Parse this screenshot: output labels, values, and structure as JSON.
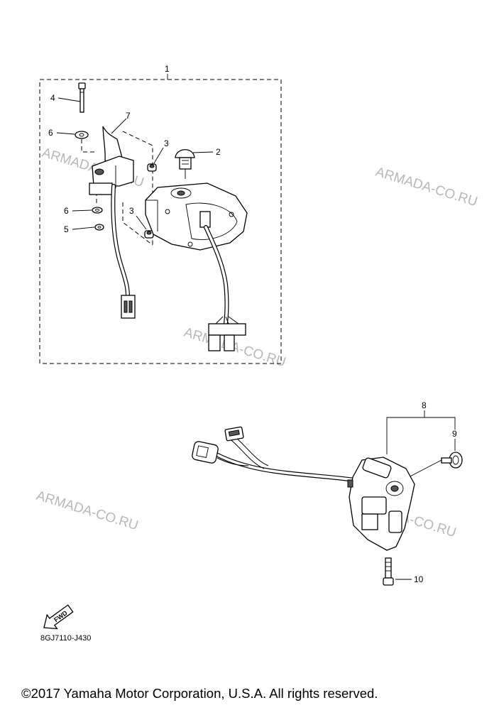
{
  "watermark": "ARMADA-CO.RU",
  "callouts": {
    "p1": "1",
    "p2": "2",
    "p3a": "3",
    "p3b": "3",
    "p4": "4",
    "p5": "5",
    "p6a": "6",
    "p6b": "6",
    "p7": "7",
    "p8": "8",
    "p9": "9",
    "p10": "10"
  },
  "direction_badge": "FWD",
  "diagram_code": "8GJ7110-J430",
  "copyright": "©2017 Yamaha Motor Corporation, U.S.A. All rights reserved."
}
